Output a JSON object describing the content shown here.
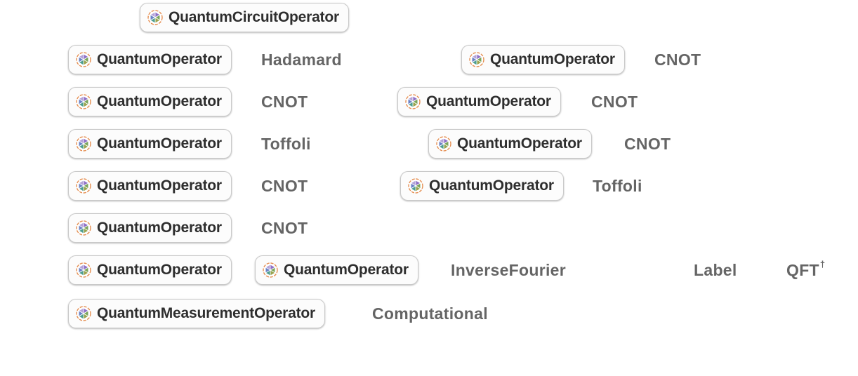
{
  "app_context": "wolfram-notebook-code-snippet",
  "colors": {
    "background": "#ffffff",
    "token_box_background": "#fcfcfc",
    "token_box_border": "#c9c9c9",
    "token_label_text": "#2e2e2e",
    "string_literal_text": "#656565",
    "icon_outline_orange": "#e58d4f",
    "icon_purple": "#8e6fc7",
    "icon_lavender": "#b4a3d8",
    "icon_blue": "#6b82c6",
    "icon_green": "#7ba55b",
    "icon_olive": "#9aa34e",
    "icon_teal": "#4e9e90"
  },
  "icons": {
    "paclet_icon_name": "quantum-paclet-icon"
  },
  "rows": [
    {
      "items": [
        {
          "kind": "head",
          "label": "QuantumCircuitOperator"
        }
      ]
    },
    {
      "items": [
        {
          "kind": "head",
          "label": "QuantumOperator"
        },
        {
          "kind": "string",
          "label": "Hadamard"
        },
        {
          "kind": "head",
          "label": "QuantumOperator"
        },
        {
          "kind": "string",
          "label": "CNOT"
        }
      ]
    },
    {
      "items": [
        {
          "kind": "head",
          "label": "QuantumOperator"
        },
        {
          "kind": "string",
          "label": "CNOT"
        },
        {
          "kind": "head",
          "label": "QuantumOperator"
        },
        {
          "kind": "string",
          "label": "CNOT"
        }
      ]
    },
    {
      "items": [
        {
          "kind": "head",
          "label": "QuantumOperator"
        },
        {
          "kind": "string",
          "label": "Toffoli"
        },
        {
          "kind": "head",
          "label": "QuantumOperator"
        },
        {
          "kind": "string",
          "label": "CNOT"
        }
      ]
    },
    {
      "items": [
        {
          "kind": "head",
          "label": "QuantumOperator"
        },
        {
          "kind": "string",
          "label": "CNOT"
        },
        {
          "kind": "head",
          "label": "QuantumOperator"
        },
        {
          "kind": "string",
          "label": "Toffoli"
        }
      ]
    },
    {
      "items": [
        {
          "kind": "head",
          "label": "QuantumOperator"
        },
        {
          "kind": "string",
          "label": "CNOT"
        }
      ]
    },
    {
      "items": [
        {
          "kind": "head",
          "label": "QuantumOperator"
        },
        {
          "kind": "head",
          "label": "QuantumOperator"
        },
        {
          "kind": "string",
          "label": "InverseFourier"
        },
        {
          "kind": "string",
          "label": "Label"
        },
        {
          "kind": "string",
          "label": "QFT",
          "superscript": "†"
        }
      ]
    },
    {
      "items": [
        {
          "kind": "head",
          "label": "QuantumMeasurementOperator"
        },
        {
          "kind": "string",
          "label": "Computational"
        }
      ]
    }
  ]
}
